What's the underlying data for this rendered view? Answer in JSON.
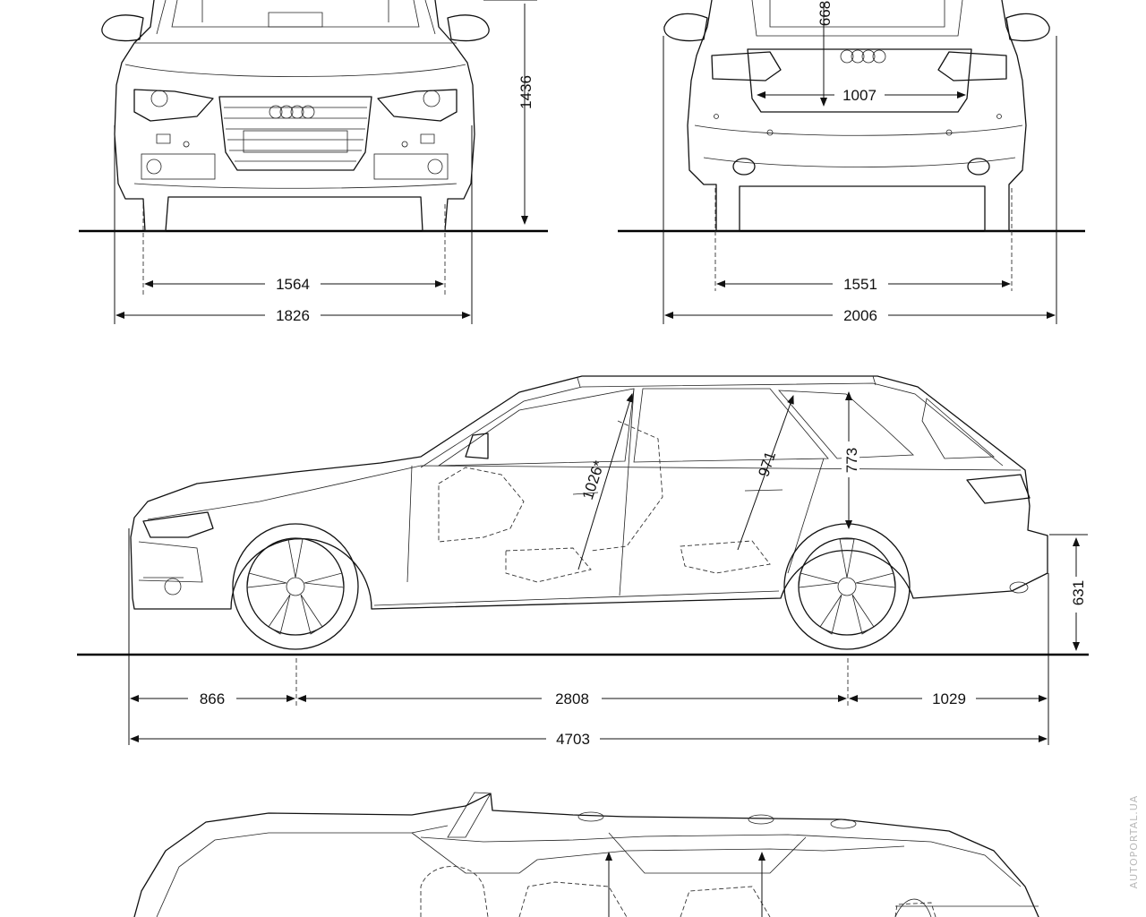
{
  "front_view": {
    "track": "1564",
    "overall_width": "1826",
    "height": "1436"
  },
  "rear_view": {
    "track": "1551",
    "width_with_mirrors": "2006",
    "tailgate_height": "668",
    "tailgate_width": "1007"
  },
  "side_view": {
    "front_overhang": "866",
    "wheelbase": "2808",
    "rear_overhang": "1029",
    "overall_length": "4703",
    "loading_sill_height": "631",
    "front_headroom": "1026*",
    "rear_headroom": "971",
    "cargo_opening_height": "773"
  },
  "watermark": "AUTOPORTAL.UA",
  "colors": {
    "line": "#111111",
    "background": "#ffffff",
    "watermark": "#b8b8b8"
  }
}
